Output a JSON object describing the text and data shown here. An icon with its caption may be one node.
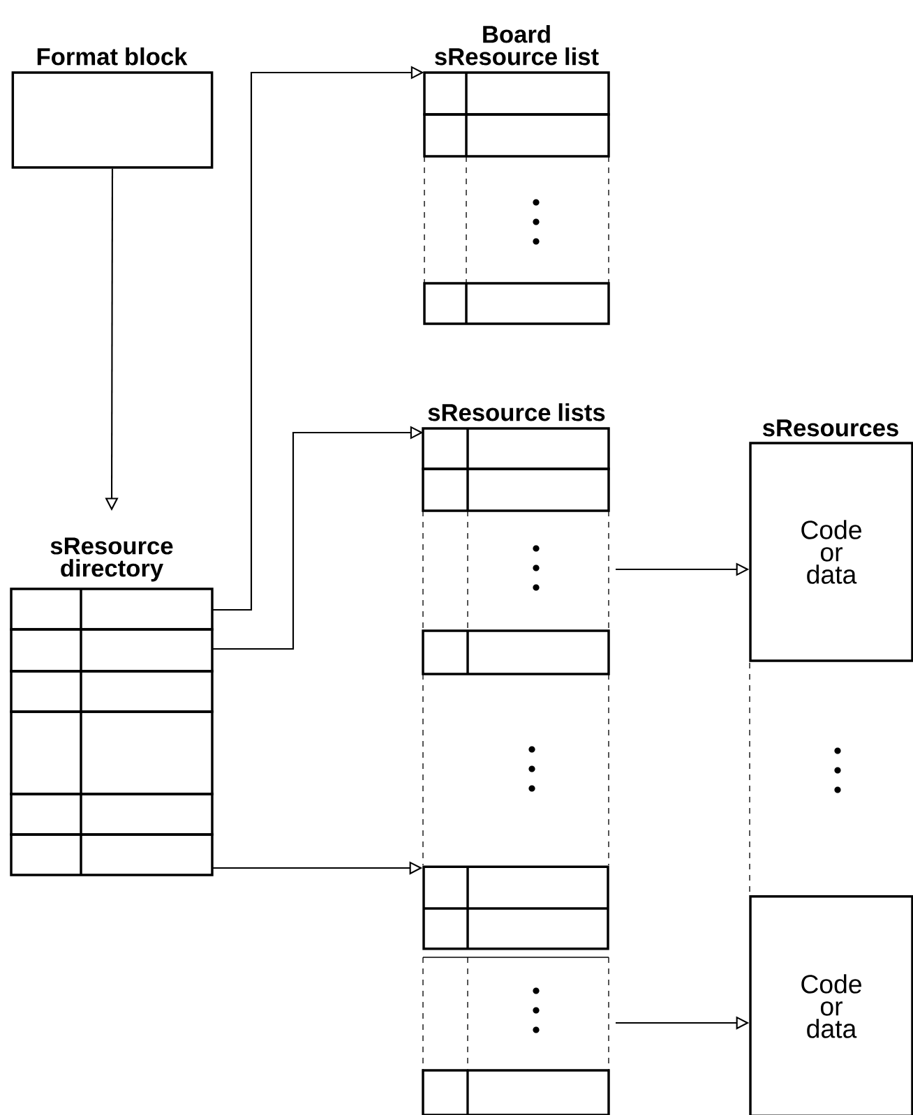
{
  "diagram": {
    "nodes": [
      {
        "text": [
          "Format block"
        ]
      },
      {
        "text": [
          "Board sResource list"
        ]
      },
      {
        "text": [
          "sResource directory"
        ]
      },
      {
        "text": [
          "sResource lists"
        ]
      },
      {
        "text": [],
        "shape": "box"
      },
      {
        "text": [
          "sResources",
          "Code or data"
        ]
      },
      {
        "text": [
          "Code or data"
        ]
      }
    ],
    "edges": [
      {
        "from": 0,
        "to": 2,
        "arrow": "to"
      },
      {
        "from": 2,
        "to": 1,
        "arrow": "to"
      },
      {
        "from": 2,
        "to": 3,
        "arrow": "to"
      },
      {
        "from": 2,
        "to": 4,
        "arrow": "to"
      },
      {
        "from": 3,
        "to": 5,
        "arrow": "to"
      },
      {
        "from": 4,
        "to": 6,
        "arrow": "to"
      }
    ]
  }
}
